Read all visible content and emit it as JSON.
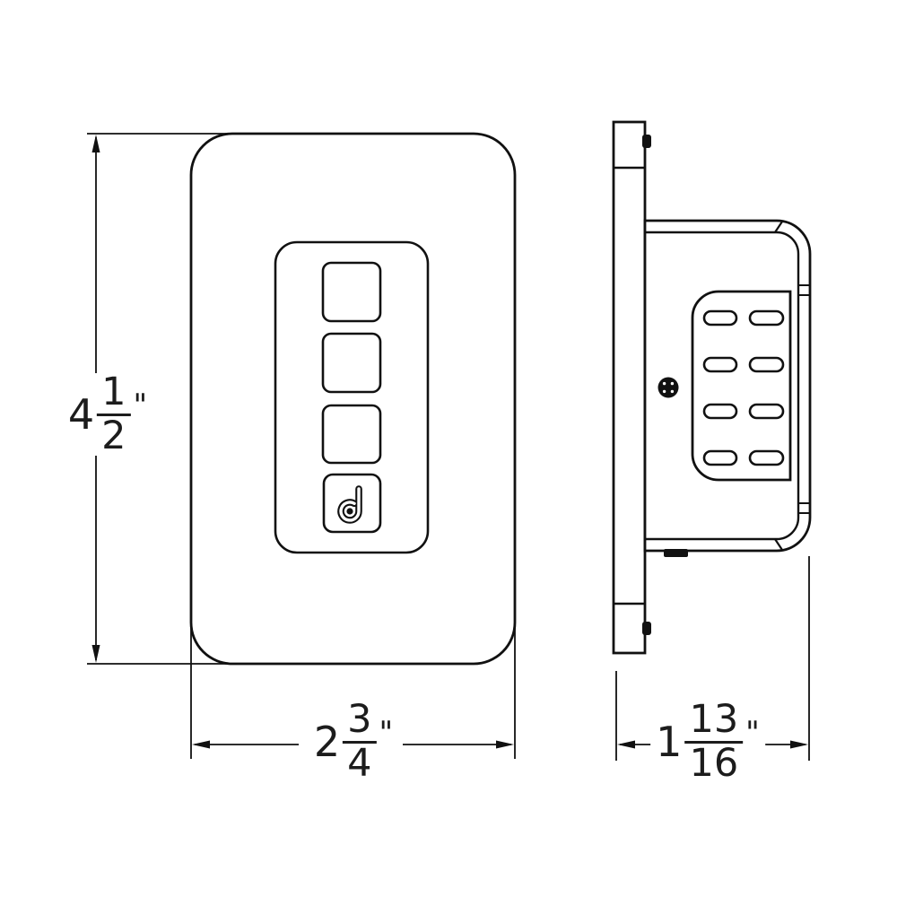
{
  "drawing": {
    "description": "Two-view dimensioned line drawing of a wall-mounted smart keypad switch",
    "colors": {
      "line": "#111111",
      "background": "#ffffff",
      "text": "#1c1c1c"
    },
    "views": {
      "front": {
        "name": "front-view",
        "buttons": 4,
        "logo_button": "d-logo"
      },
      "side": {
        "name": "side-view",
        "vent_slots": 8,
        "screw": "screw-head"
      }
    },
    "icons": {
      "logo": "d-logo-icon",
      "screw": "screw-head-icon"
    },
    "dimensions": {
      "height": {
        "whole": "4",
        "numerator": "1",
        "denominator": "2",
        "unit": "\""
      },
      "width": {
        "whole": "2",
        "numerator": "3",
        "denominator": "4",
        "unit": "\""
      },
      "depth": {
        "whole": "1",
        "numerator": "13",
        "denominator": "16",
        "unit": "\""
      }
    }
  }
}
